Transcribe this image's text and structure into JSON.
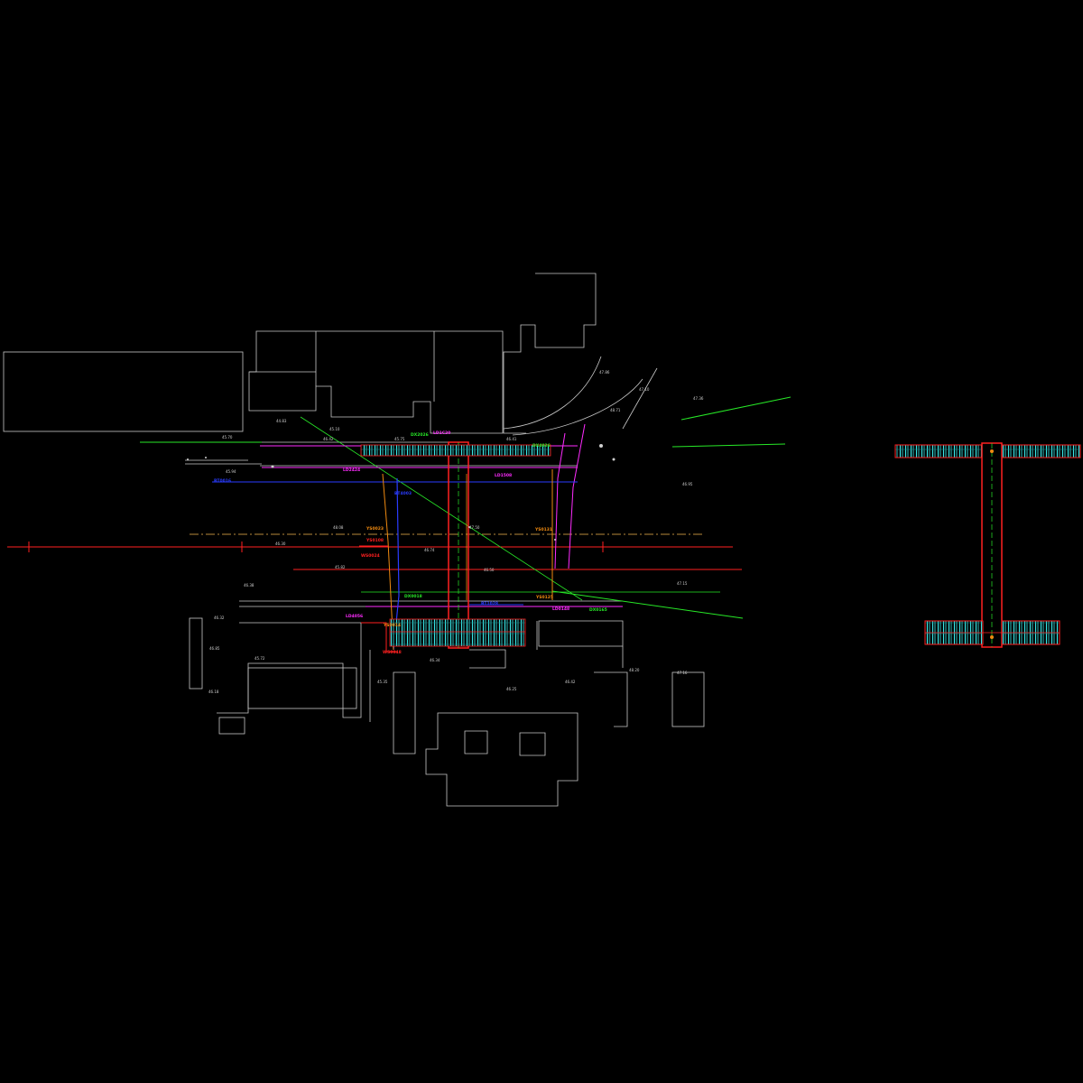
{
  "drawing": {
    "background": "#000000",
    "colors": {
      "building_outline": "#c8c8c8",
      "road_centerline_orange": "#f08a10",
      "pipe_green": "#27e827",
      "pipe_magenta": "#ff2cff",
      "pipe_blue": "#2a3cff",
      "pipe_red": "#ff2020",
      "conduit_cyan": "#39e6e6"
    }
  },
  "labels": {
    "elevations": {
      "e1": "47.86",
      "e2": "47.10",
      "e3": "45.70",
      "e4": "45.94",
      "e5": "44.83",
      "e6": "46.42",
      "e7": "45.10",
      "e8": "45.75",
      "e9": "46.41",
      "e10": "48.71",
      "e11": "47.36",
      "e12": "46.95",
      "e13": "48.08",
      "e14": "47.50",
      "e15": "46.30",
      "e16": "46.74",
      "e17": "45.82",
      "e18": "46.50",
      "e19": "46.38",
      "e20": "47.15",
      "e21": "46.32",
      "e22": "46.85",
      "e23": "45.72",
      "e24": "46.18",
      "e25": "46.34",
      "e26": "45.35",
      "e27": "46.42",
      "e28": "46.25",
      "e29": "48.20",
      "e30": "47.16"
    },
    "pipes_orange": {
      "p1": "YS0023",
      "p2": "YS0131",
      "p3": "YS0125",
      "p4": "YS0014"
    },
    "pipes_red": {
      "p1": "YS0108",
      "p2": "WS0024",
      "p3": "WS0048"
    },
    "pipes_green": {
      "p1": "DX2026",
      "p2": "DX0018",
      "p3": "DX0165",
      "p4": "DX4026"
    },
    "pipes_magenta": {
      "p1": "LD1C20",
      "p2": "LD2424",
      "p3": "LD1508",
      "p4": "LD0148",
      "p5": "LD4056"
    },
    "pipes_blue": {
      "p1": "BT0016",
      "p2": "BT4003",
      "p3": "BT1028"
    }
  }
}
